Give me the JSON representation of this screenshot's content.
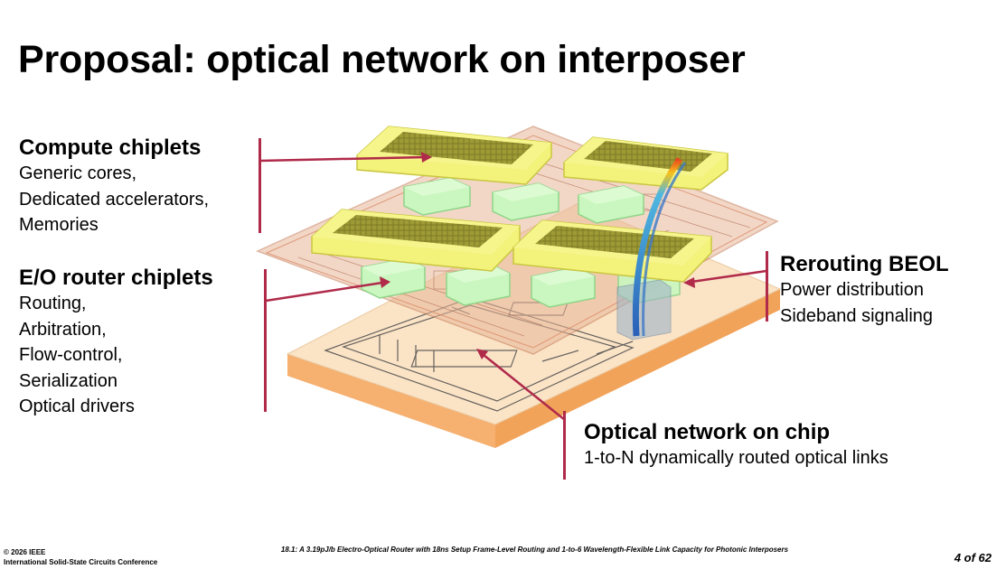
{
  "slide": {
    "title": "Proposal: optical network on interposer"
  },
  "labels": {
    "compute": {
      "heading": "Compute chiplets",
      "lines": [
        "Generic cores,",
        "Dedicated accelerators,",
        "Memories"
      ]
    },
    "router": {
      "heading": "E/O router chiplets",
      "lines": [
        "Routing,",
        "Arbitration,",
        "Flow-control,",
        "Serialization",
        "Optical drivers"
      ]
    },
    "beol": {
      "heading": "Rerouting BEOL",
      "lines": [
        "Power distribution",
        "Sideband signaling"
      ]
    },
    "onoc": {
      "heading": "Optical network on chip",
      "lines": [
        "1-to-N dynamically routed optical links"
      ]
    }
  },
  "footer": {
    "copyright": "© 2026 IEEE",
    "conference": "International Solid-State Circuits Conference",
    "paper": "18.1: A 3.19pJ/b Electro-Optical Router with 18ns Setup Frame-Level Routing and 1-to-6 Wavelength-Flexible Link Capacity for Photonic Interposers",
    "page": "4 of 62"
  },
  "colors": {
    "accent_line": "#b02a4a",
    "compute_chiplet": "#eef07a",
    "router_chiplet": "#b9f2b0",
    "interposer_top": "#fbe3c6",
    "interposer_side": "#f2a35a",
    "beol_layer": "#e8b79a"
  }
}
